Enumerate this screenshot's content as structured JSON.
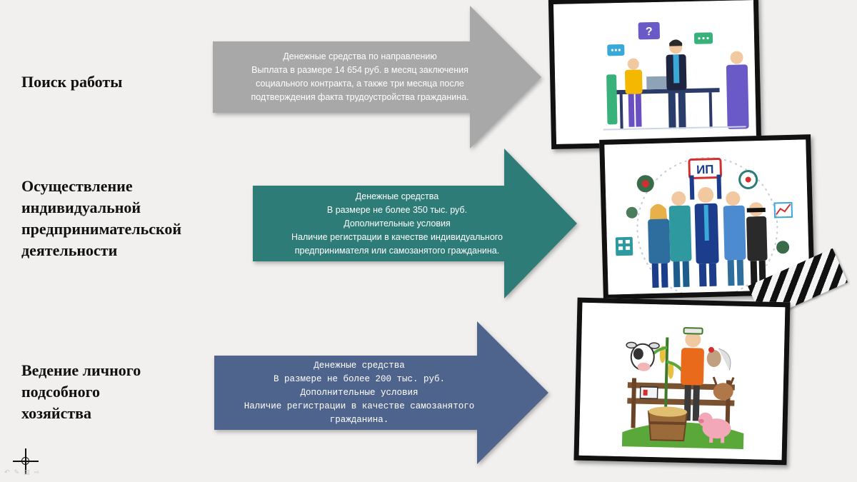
{
  "rows": [
    {
      "label": "Поиск работы",
      "lines": [
        "Денежные средства по направлению",
        "Выплата в размере 14 654 руб. в месяц заключения",
        "социального контракта, а также три месяца после",
        "подтверждения факта трудоустройства гражданина."
      ],
      "color": "#a8a8a8"
    },
    {
      "label": "Осуществление\nиндивидуальной\nпредпринимательской\nдеятельности",
      "lines": [
        "Денежные средства",
        "В размере не более 350 тыс. руб.",
        "Дополнительные условия",
        "Наличие регистрации в качестве индивидуального",
        "предпринимателя или самозанятого гражданина."
      ],
      "color": "#2e7c78"
    },
    {
      "label": "Ведение личного\nподсобного\nхозяйства",
      "lines": [
        "Денежные средства",
        "В размере не более 200 тыс. руб.",
        "Дополнительные условия",
        "Наличие регистрации в качестве самозанятого",
        "гражданина."
      ],
      "color": "#4f648c"
    }
  ],
  "images": {
    "job": {
      "bubble_text": "?"
    },
    "business": {
      "sign_text": "ИП"
    }
  },
  "nav_icons": [
    "arrow-left-icon",
    "pen-icon",
    "menu-icon",
    "arrow-right-icon"
  ],
  "nav_glyphs": [
    "↶",
    "✎",
    "▤",
    "⇨"
  ],
  "colors": {
    "background": "#f1f0ee",
    "frame": "#111111"
  }
}
